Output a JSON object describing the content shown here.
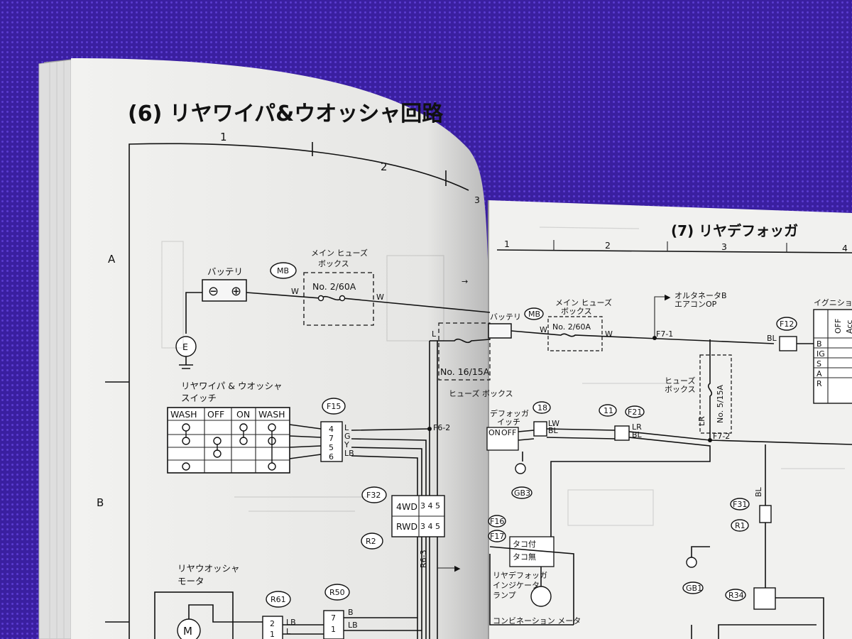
{
  "left_page": {
    "title": "(6) リヤワイパ&ウオッシャ回路",
    "columns": [
      "1",
      "2",
      "3"
    ],
    "rows": [
      "A",
      "B"
    ],
    "battery_label": "バッテリ",
    "mb_label": "MB",
    "main_fuse_label_1": "メイン ヒューズ",
    "main_fuse_label_2": "ボックス",
    "main_fuse_no": "No. 2/60A",
    "fuse_16": "No. 16/15A",
    "fuse_box_label": "ヒューズ ボックス",
    "ground_label": "E",
    "switch_label_1": "リヤワイパ & ウオッシャ",
    "switch_label_2": "スイッチ",
    "switch_headers": [
      "WASH",
      "OFF",
      "ON",
      "WASH"
    ],
    "f15": "F15",
    "f15_pins": [
      "4",
      "7",
      "5",
      "6"
    ],
    "f15_wires": [
      "L",
      "G",
      "Y",
      "LB"
    ],
    "f6_2": "F6-2",
    "f32": "F32",
    "mode_rows": [
      "4WD",
      "RWD"
    ],
    "r2": "R2",
    "r6_3": "R6-3",
    "motor_label_1": "リヤウオッシャ",
    "motor_label_2": "モータ",
    "motor_symbol": "M",
    "r61": "R61",
    "r50": "R50",
    "r61_pins": [
      "2",
      "1"
    ],
    "r50_pins": [
      "7",
      "1"
    ],
    "wire_w": "W",
    "wire_lb": "LB",
    "wire_b": "B",
    "wire_l": "L"
  },
  "right_page": {
    "title": "(7) リヤデフォッガ",
    "columns": [
      "1",
      "2",
      "3",
      "4"
    ],
    "battery_label": "バッテリ",
    "mb_label": "MB",
    "main_fuse_label_1": "メイン ヒューズ",
    "main_fuse_label_2": "ボックス",
    "main_fuse_no": "No. 2/60A",
    "alternator_label_1": "オルタネータB",
    "alternator_label_2": "エアコンOP",
    "f7_1": "F7-1",
    "f7_2": "F7-2",
    "ignition_label": "イグニション",
    "f12": "F12",
    "ig_rows": [
      "B",
      "IG",
      "S",
      "A",
      "R"
    ],
    "ig_cols": [
      "OFF",
      "Acc"
    ],
    "fuse_box_label_1": "ヒューズ",
    "fuse_box_label_2": "ボックス",
    "fuse_5": "No. 5/15A",
    "defog_switch_1": "デフォッガ",
    "defog_switch_2": "イッチ",
    "on_off": [
      "ON",
      "OFF"
    ],
    "c18": "18",
    "c11": "11",
    "f21": "F21",
    "gb3": "GB3",
    "f16": "F16",
    "f17": "F17",
    "tacho_with": "タコ付",
    "tacho_without": "タコ無",
    "indicator_1": "リヤデフォッガ",
    "indicator_2": "インジケータ",
    "indicator_3": "ランプ",
    "combination_meter": "コンビネーション メータ",
    "f31": "F31",
    "r1": "R1",
    "gb1": "GB1",
    "r34": "R34",
    "wire_bl": "BL",
    "wire_lr": "LR",
    "wire_lw": "LW",
    "wire_w": "W"
  },
  "colors": {
    "background": "#3a1fa0",
    "paper": "#f4f4f2",
    "ink": "#111111"
  }
}
